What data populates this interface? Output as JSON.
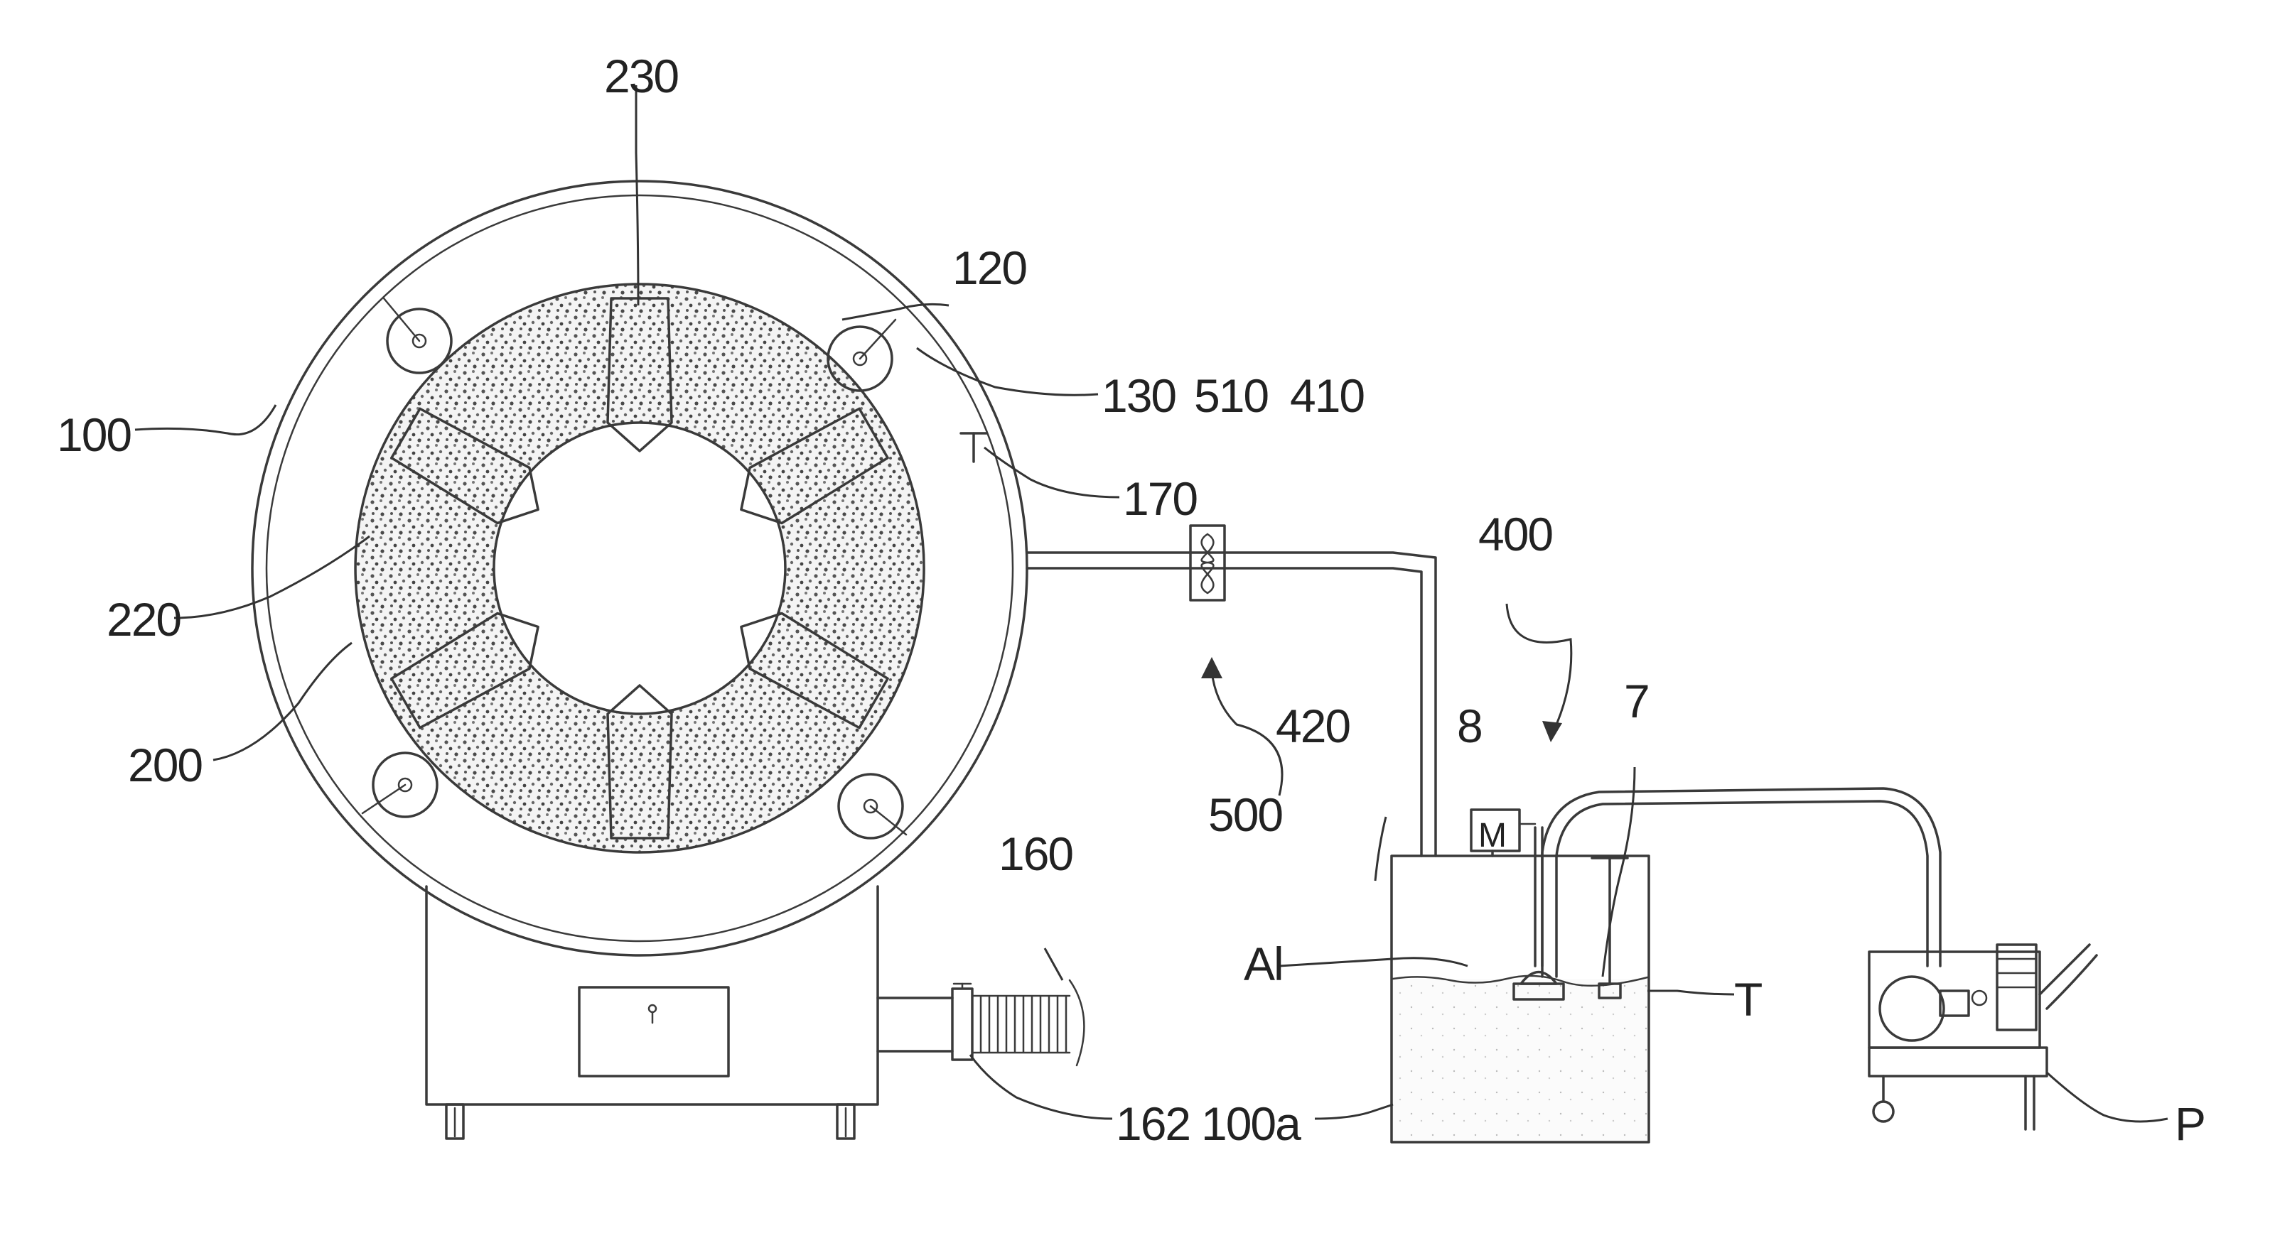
{
  "labels": {
    "l100": "100",
    "l120": "120",
    "l130": "130",
    "l160": "160",
    "l162": "162",
    "l170": "170",
    "l200": "200",
    "l220": "220",
    "l230": "230",
    "l400": "400",
    "l410": "410",
    "l420": "420",
    "l500": "500",
    "l510": "510",
    "l7": "7",
    "l8": "8",
    "lAl": "Al",
    "lT": "T",
    "lP": "P",
    "l100a": "100a",
    "motor": "M"
  }
}
